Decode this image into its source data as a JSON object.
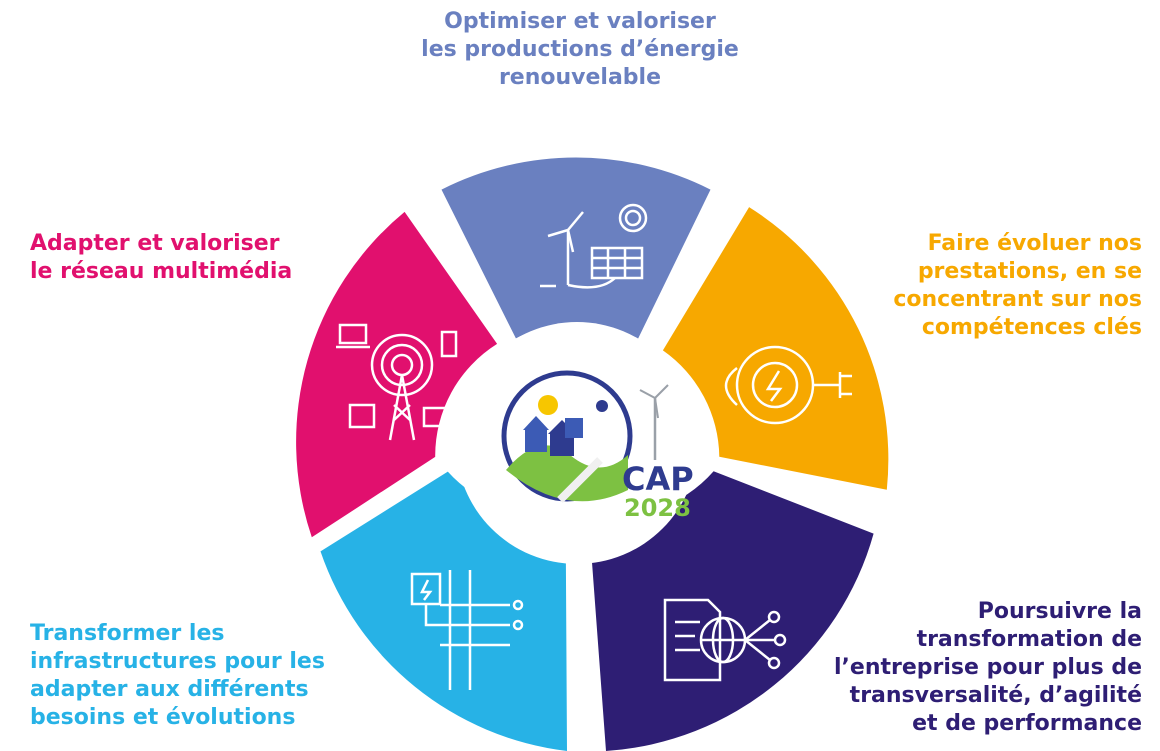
{
  "segments": [
    {
      "id": "energy",
      "color": "#6A80C0",
      "icon": "wind-solar-gear-icon",
      "lines": [
        "Optimiser et valoriser",
        "les productions d’énergie",
        "renouvelable"
      ]
    },
    {
      "id": "services",
      "color": "#F7A800",
      "icon": "gear-plug-lightning-icon",
      "lines": [
        "Faire évoluer nos",
        "prestations, en se",
        "concentrant sur nos",
        "compétences clés"
      ]
    },
    {
      "id": "transformation",
      "color": "#2E1E74",
      "icon": "document-globe-network-icon",
      "lines": [
        "Poursuivre la",
        "transformation de",
        "l’entreprise pour plus de",
        "transversalité, d’agilité",
        "et de performance"
      ]
    },
    {
      "id": "infrastructure",
      "color": "#27B2E6",
      "icon": "power-pylon-meter-icon",
      "lines": [
        "Transformer les",
        "infrastructures pour les",
        "adapter aux différents",
        "besoins et évolutions"
      ]
    },
    {
      "id": "network",
      "color": "#E1106E",
      "icon": "antenna-devices-icon",
      "lines": [
        "Adapter et valoriser",
        "le réseau multimédia"
      ]
    }
  ],
  "center": {
    "line1": "CAP",
    "line2": "2028",
    "icon": "cap-2028-logo-icon"
  }
}
